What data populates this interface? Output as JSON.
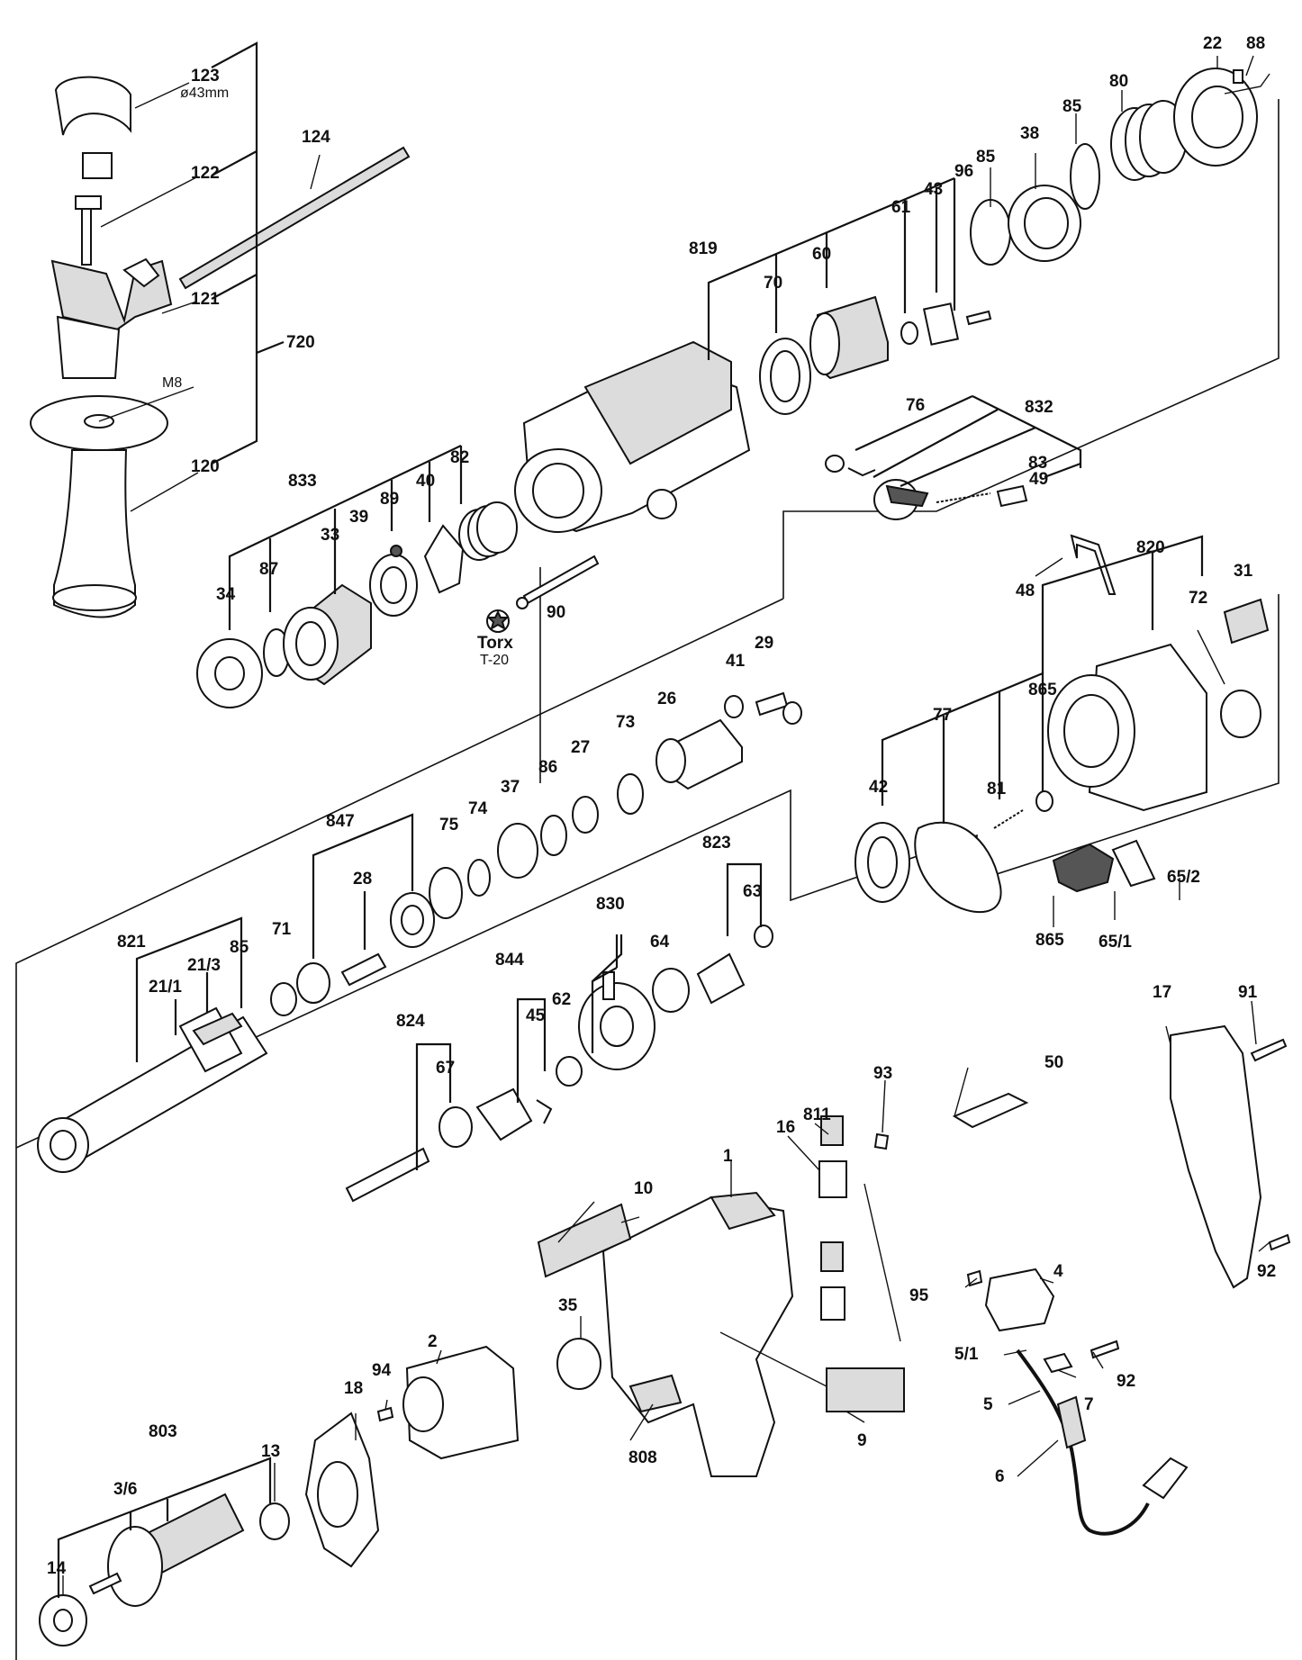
{
  "title": "",
  "labels": {
    "l123": "123",
    "l123_note": "ø43mm",
    "l122": "122",
    "l121": "121",
    "l720": "720",
    "l120": "120",
    "m8": "M8",
    "l124": "124",
    "l819": "819",
    "l70": "70",
    "l60": "60",
    "l61": "61",
    "l43": "43",
    "l96": "96",
    "l85a": "85",
    "l38": "38",
    "l85b": "85",
    "l80": "80",
    "l22": "22",
    "l88": "88",
    "l833": "833",
    "l89": "89",
    "l40": "40",
    "l82": "82",
    "l39": "39",
    "l87": "87",
    "l33": "33",
    "l34": "34",
    "torx1": "Torx",
    "torx2": "T-20",
    "l90": "90",
    "l76": "76",
    "l832": "832",
    "l83": "83",
    "l49": "49",
    "l48": "48",
    "l820": "820",
    "l72": "72",
    "l31": "31",
    "l865a": "865",
    "l42": "42",
    "l77": "77",
    "l81": "81",
    "l65_2": "65/2",
    "l65_1": "65/1",
    "l865b": "865",
    "l41": "41",
    "l29": "29",
    "l26": "26",
    "l73": "73",
    "l27": "27",
    "l86": "86",
    "l37": "37",
    "l75": "75",
    "l74": "74",
    "l847": "847",
    "l28": "28",
    "l823": "823",
    "l63": "63",
    "l830": "830",
    "l64": "64",
    "l62": "62",
    "l844": "844",
    "l45": "45",
    "l821": "821",
    "l21_1": "21/1",
    "l21_3": "21/3",
    "l85c": "85",
    "l71": "71",
    "l824": "824",
    "l67": "67",
    "l17": "17",
    "l91": "91",
    "l50": "50",
    "l93": "93",
    "l811": "811",
    "l16": "16",
    "l1": "1",
    "l10": "10",
    "l35": "35",
    "l808": "808",
    "l9": "9",
    "l92a": "92",
    "l95": "95",
    "l4": "4",
    "l5_1": "5/1",
    "l92b": "92",
    "l5": "5",
    "l7": "7",
    "l6": "6",
    "l2": "2",
    "l94": "94",
    "l18": "18",
    "l803": "803",
    "l13": "13",
    "l3_6": "3/6",
    "l14": "14"
  }
}
